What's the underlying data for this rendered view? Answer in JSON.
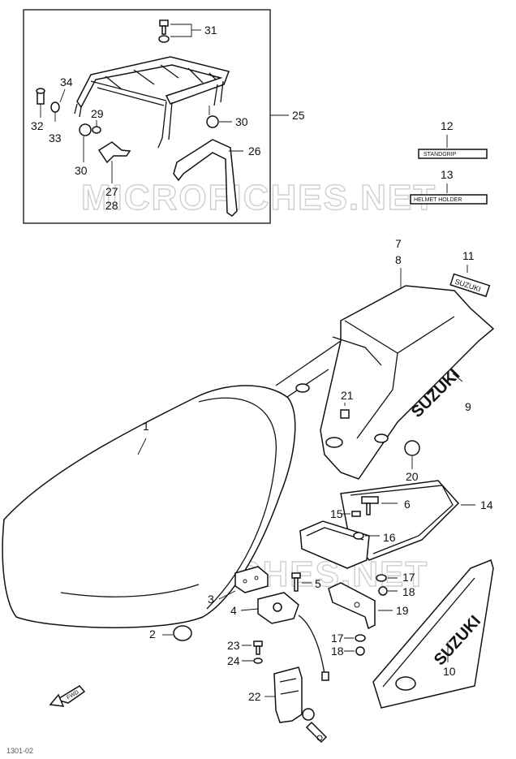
{
  "watermark": "MICROFICHES.NET",
  "labels": {
    "l1": "1",
    "l2": "2",
    "l3": "3",
    "l4": "4",
    "l5": "5",
    "l6": "6",
    "l7": "7",
    "l8": "8",
    "l9": "9",
    "l10": "10",
    "l11": "11",
    "l12": "12",
    "l13": "13",
    "l14": "14",
    "l15": "15",
    "l16": "16",
    "l17a": "17",
    "l17b": "17",
    "l18a": "18",
    "l18b": "18",
    "l19": "19",
    "l20": "20",
    "l21": "21",
    "l22": "22",
    "l23": "23",
    "l24": "24",
    "l25": "25",
    "l26": "26",
    "l27": "27",
    "l28": "28",
    "l29": "29",
    "l30a": "30",
    "l30b": "30",
    "l31": "31",
    "l32": "32",
    "l33": "33",
    "l34": "34"
  },
  "decals": {
    "stand_grip": "STANDGRIP",
    "helmet_holder": "HELMET HOLDER",
    "suzuki_small": "SUZUKI",
    "suzuki_cowl": "SUZUKI",
    "suzuki_strip": "SUZUKI"
  },
  "fwd": "FWD",
  "footer": "1301-02"
}
